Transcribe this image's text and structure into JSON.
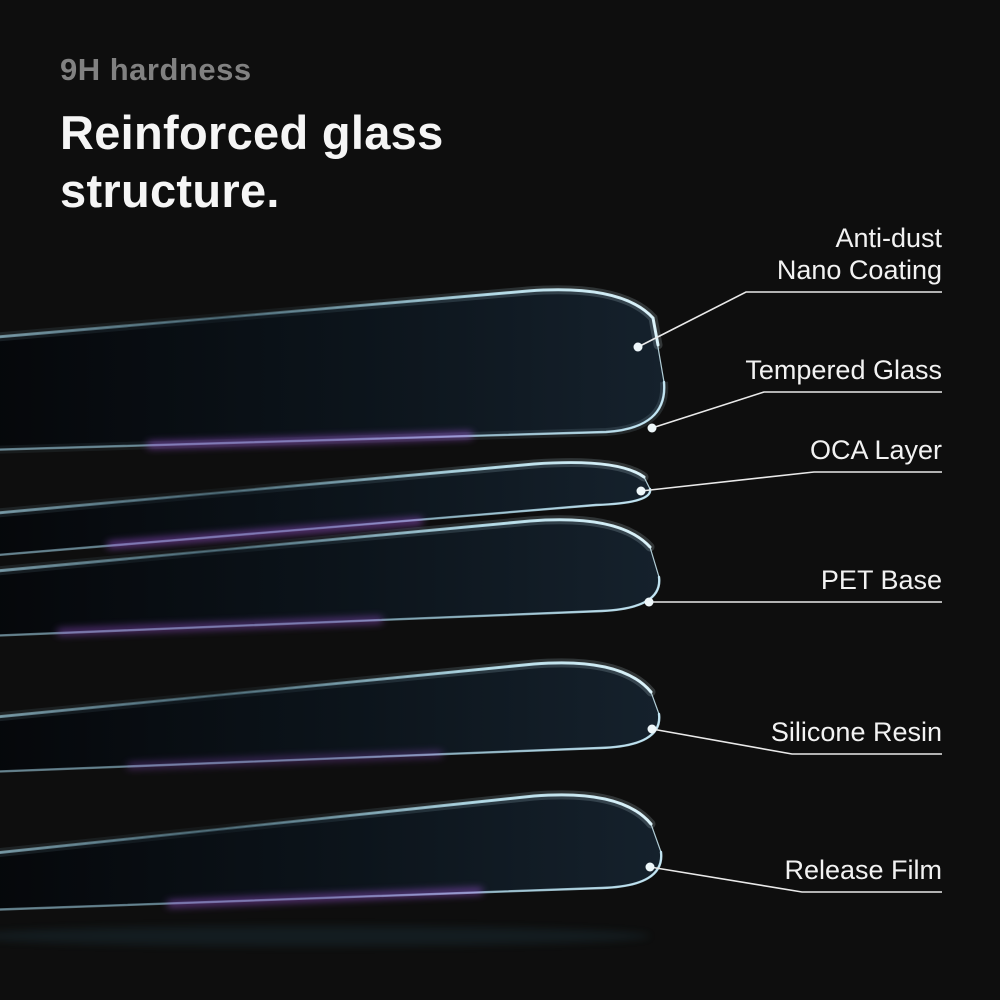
{
  "colors": {
    "bg": "#0e0e0e",
    "eyebrow": "#818181",
    "heading": "#f5f5f5",
    "label": "#f2f2f2",
    "callout-line": "#e9e9e9",
    "callout-dot": "#eef7fa",
    "edge-cyan": "#cfeef8",
    "glow-purple": "#b45ef6"
  },
  "header": {
    "eyebrow": "9H hardness",
    "title_line1": "Reinforced glass",
    "title_line2": "structure."
  },
  "callouts": [
    {
      "id": "anti-dust-nano-coating",
      "lines": [
        "Anti-dust",
        "Nano Coating"
      ]
    },
    {
      "id": "tempered-glass",
      "lines": [
        "Tempered Glass"
      ]
    },
    {
      "id": "oca-layer",
      "lines": [
        "OCA Layer"
      ]
    },
    {
      "id": "pet-base",
      "lines": [
        "PET Base"
      ]
    },
    {
      "id": "silicone-resin",
      "lines": [
        "Silicone Resin"
      ]
    },
    {
      "id": "release-film",
      "lines": [
        "Release Film"
      ]
    }
  ]
}
